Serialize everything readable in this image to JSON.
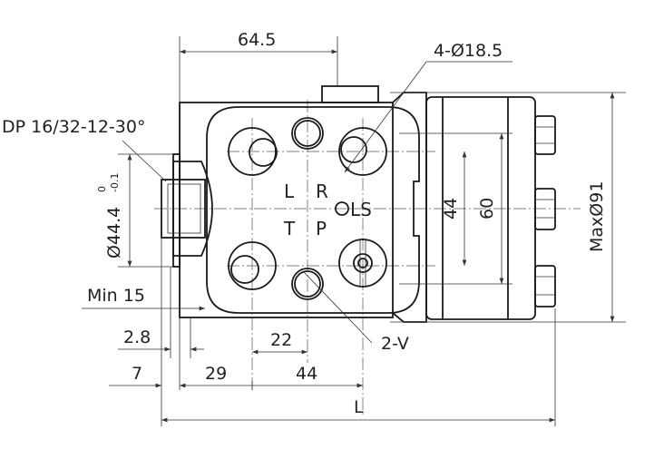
{
  "title": "Steering control unit dimension drawing",
  "dimensions": {
    "width_top": "64.5",
    "port_holes": "4-Ø18.5",
    "spline": "DP 16/32-12-30°",
    "spline_dia": "Ø44.4",
    "spline_tol_upper": "0",
    "spline_tol_lower": "-0.1",
    "min_15": "Min 15",
    "d_2_8": "2.8",
    "d_22": "22",
    "mount": "2-V",
    "d_7": "7",
    "d_29": "29",
    "d_44_bottom": "44",
    "length": "L",
    "d_44_side": "44",
    "d_60": "60",
    "max_dia": "MaxØ91"
  },
  "ports": {
    "L": "L",
    "R": "R",
    "T": "T",
    "P": "P",
    "LS": "LS"
  }
}
